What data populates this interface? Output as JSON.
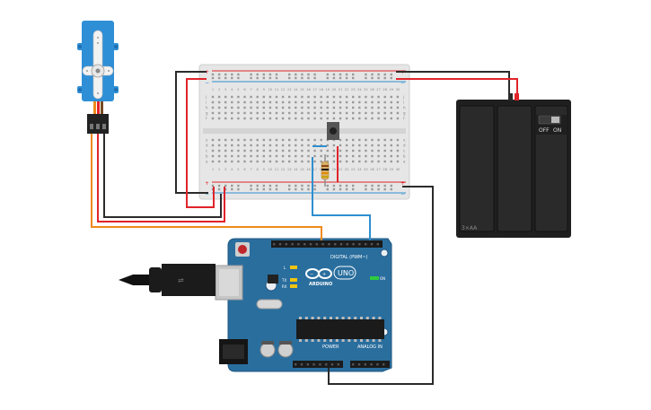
{
  "components": {
    "servo": {
      "icon": "servo-icon"
    },
    "breadboard": {
      "column_numbers": [
        "1",
        "2",
        "3",
        "4",
        "5",
        "6",
        "7",
        "8",
        "9",
        "10",
        "11",
        "12",
        "13",
        "14",
        "15",
        "16",
        "17",
        "18",
        "19",
        "20",
        "21",
        "22",
        "23",
        "24",
        "25",
        "26",
        "27",
        "28",
        "29",
        "30"
      ],
      "row_letters_top": [
        "j",
        "i",
        "h",
        "g",
        "f"
      ],
      "row_letters_bottom": [
        "e",
        "d",
        "c",
        "b",
        "a"
      ]
    },
    "battery": {
      "switch_off": "OFF",
      "switch_on": "ON",
      "label": "3×AA"
    },
    "arduino": {
      "digital_label": "DIGITAL (PWM~)",
      "brand": "ARDUINO",
      "model": "UNO",
      "on_label": "ON",
      "power_label": "POWER",
      "analog_label": "ANALOG IN",
      "led_l": "L",
      "led_tx": "TX",
      "led_rx": "RX"
    }
  },
  "colors": {
    "wire_black": "#2b2b2b",
    "wire_red": "#e0242a",
    "wire_orange": "#ef8a1a",
    "wire_blue": "#2f8fd0",
    "arduino_blue": "#2a6e9e",
    "servo_blue": "#2f8fd6",
    "breadboard": "#e6e6e6",
    "battery": "#1f1f1f"
  }
}
